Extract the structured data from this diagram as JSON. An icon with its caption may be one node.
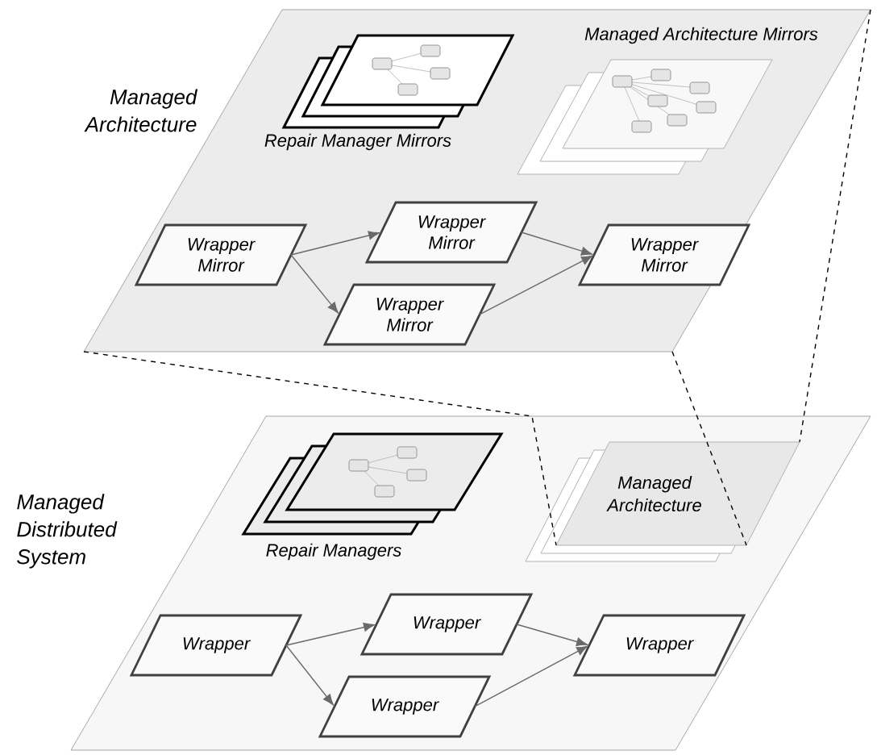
{
  "diagram": {
    "nodes": [
      {
        "text": [
          "Managed Architecture"
        ]
      },
      {
        "text": [
          "Repair Manager Mirrors"
        ],
        "in": 0
      },
      {
        "text": [
          "Managed Architecture Mirrors"
        ],
        "in": 0
      },
      {
        "text": [
          "Wrapper Mirror"
        ],
        "in": 0
      },
      {
        "text": [
          "Wrapper Mirror"
        ],
        "in": 0
      },
      {
        "text": [
          "Wrapper Mirror"
        ],
        "in": 0
      },
      {
        "text": [
          "Wrapper Mirror"
        ],
        "in": 0
      },
      {
        "text": [
          "Managed Distributed System"
        ]
      },
      {
        "text": [
          "Repair Managers"
        ],
        "in": 7
      },
      {
        "text": [
          "Managed Architecture"
        ],
        "in": 7
      },
      {
        "text": [
          "Wrapper"
        ],
        "in": 7
      },
      {
        "text": [
          "Wrapper"
        ],
        "in": 7
      },
      {
        "text": [
          "Wrapper"
        ],
        "in": 7
      },
      {
        "text": [
          "Wrapper"
        ],
        "in": 7
      }
    ],
    "edges": [
      {
        "from": 3,
        "to": 4,
        "arrow": "to"
      },
      {
        "from": 3,
        "to": 5,
        "arrow": "to"
      },
      {
        "from": 4,
        "to": 6,
        "arrow": "to"
      },
      {
        "from": 5,
        "to": 6,
        "arrow": "to"
      },
      {
        "from": 10,
        "to": 11,
        "arrow": "to"
      },
      {
        "from": 10,
        "to": 12,
        "arrow": "to"
      },
      {
        "from": 11,
        "to": 13,
        "arrow": "to"
      },
      {
        "from": 12,
        "to": 13,
        "arrow": "to"
      },
      {
        "from": 0,
        "to": 9,
        "arrow": "none",
        "style": "dashed",
        "color": "#000000"
      },
      {
        "from": 0,
        "to": 9,
        "arrow": "none",
        "style": "dashed",
        "color": "#000000"
      },
      {
        "from": 0,
        "to": 9,
        "arrow": "none",
        "style": "dashed",
        "color": "#000000"
      }
    ]
  }
}
